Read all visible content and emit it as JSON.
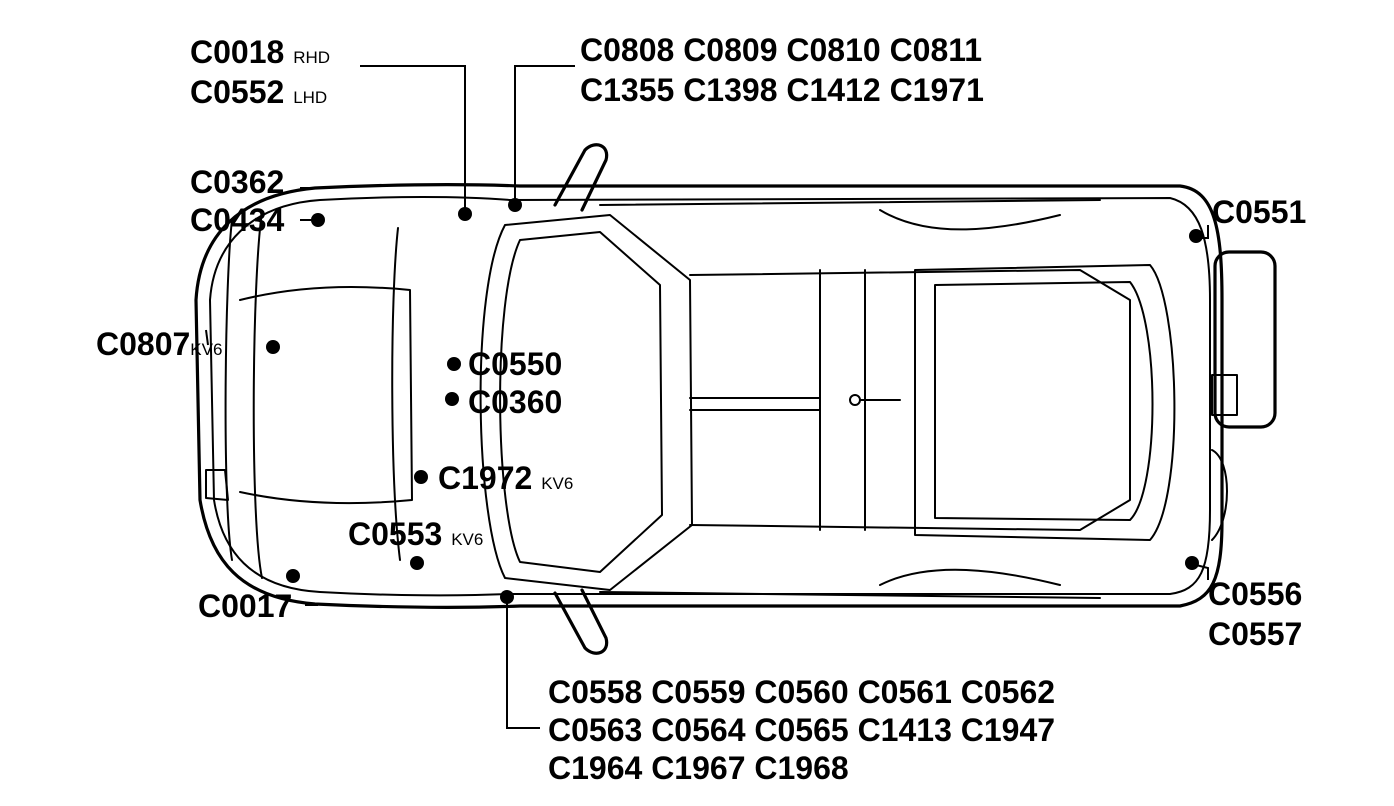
{
  "labels": {
    "c0018": "C0018",
    "rhd": "RHD",
    "c0552": "C0552",
    "lhd": "LHD",
    "top_row1": "C0808 C0809 C0810 C0811",
    "top_row2": "C1355 C1398 C1412 C1971",
    "c0362": "C0362",
    "c0434": "C0434",
    "c0551": "C0551",
    "c0807": "C0807",
    "kv6_a": "KV6",
    "c0550": "C0550",
    "c0360": "C0360",
    "c1972": "C1972",
    "kv6_b": "KV6",
    "c0553": "C0553",
    "kv6_c": "KV6",
    "c0017": "C0017",
    "c0556": "C0556",
    "c0557": "C0557",
    "bottom_row1": "C0558 C0559 C0560 C0561 C0562",
    "bottom_row2": "C0563 C0564 C0565 C1413 C1947",
    "bottom_row3": "C1964 C1967 C1968"
  }
}
